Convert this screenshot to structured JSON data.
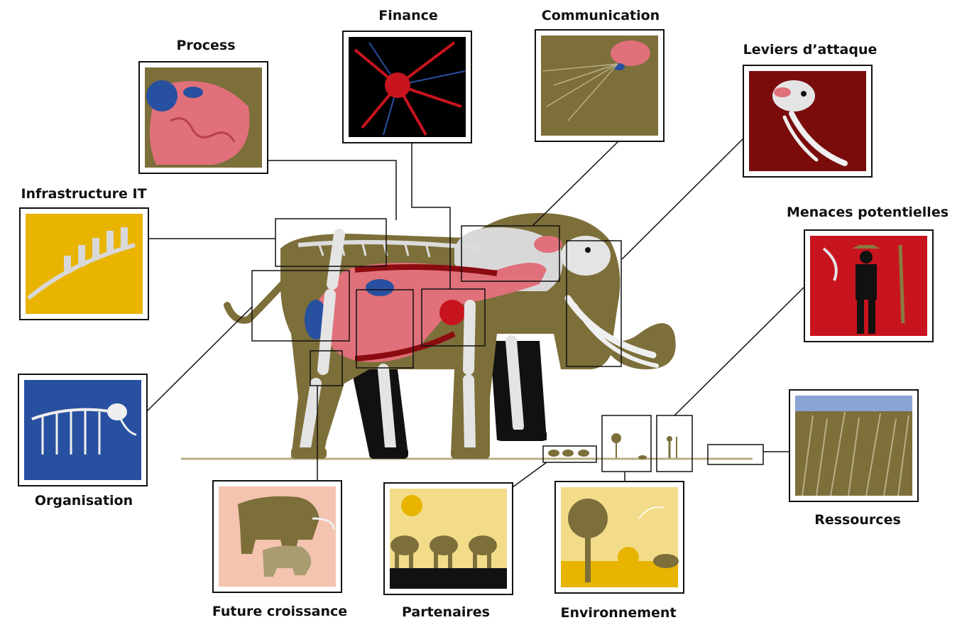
{
  "labels": {
    "process": "Process",
    "finance": "Finance",
    "communication": "Communication",
    "leviers": "Leviers d’attaque",
    "infrastructure": "Infrastructure IT",
    "menaces": "Menaces potentielles",
    "organisation": "Organisation",
    "ressources": "Ressources",
    "future": "Future croissance",
    "partenaires": "Partenaires",
    "environnement": "Environnement"
  },
  "colors": {
    "elephant": "#7d6f3a",
    "bone": "#dcdcdc",
    "flesh": "#e0707a",
    "artery": "#c8141e",
    "organ_blue": "#2850a0",
    "dark_red": "#7a0c0c",
    "yellow": "#e8b400",
    "navy": "#2850a0",
    "peach": "#f4c4b0",
    "sand": "#f2dc8a"
  }
}
